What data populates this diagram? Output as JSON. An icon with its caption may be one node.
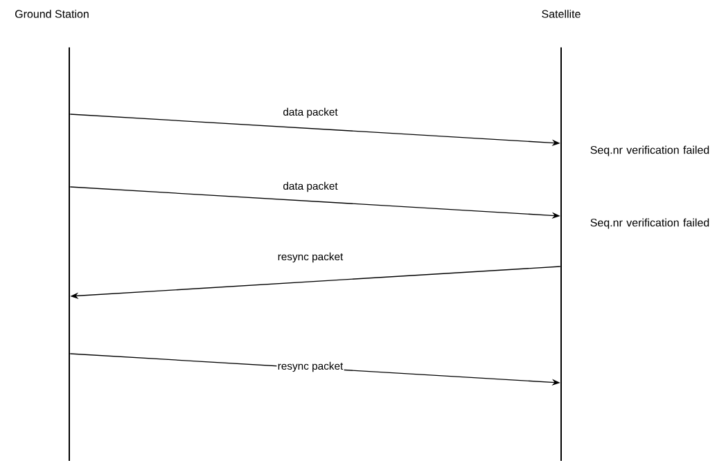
{
  "diagram": {
    "nodes": [
      {
        "text": [
          "Ground Station"
        ]
      },
      {
        "text": [
          "Satellite"
        ],
        "beside": [
          "Seq.nr verification failed",
          "Seq.nr verification failed"
        ]
      }
    ],
    "edges": [
      {
        "from": 0,
        "to": 1,
        "arrow": "to",
        "label": "data packet"
      },
      {
        "from": 0,
        "to": 1,
        "arrow": "to",
        "label": "data packet"
      },
      {
        "from": 1,
        "to": 0,
        "arrow": "to",
        "label": "resync packet"
      },
      {
        "from": 0,
        "to": 1,
        "arrow": "to",
        "label": "resync packet"
      }
    ]
  }
}
